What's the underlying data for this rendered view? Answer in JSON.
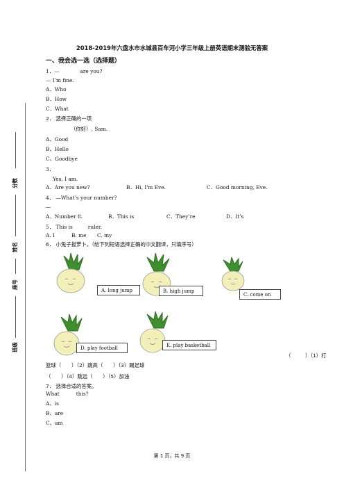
{
  "title": "2018-2019年六盘水市水城县百车河小学三年级上册英语期末测验无答案",
  "section1": "一、我会选一选（选择题）",
  "q1": {
    "stem_prefix": "1．—",
    "stem_suffix": "are you?",
    "reply": "— I’m fine.",
    "a": "A．Who",
    "b": "B．How",
    "c": "C．What"
  },
  "q2": {
    "stem": "2． 选择正确的一项",
    "line": "（你好）, Sam.",
    "a": "A、Good",
    "b": "B、Hello",
    "c": "C、Goodbye"
  },
  "q3": {
    "num": "3．",
    "line": "Yes, I am.",
    "a": "A．Are you new?",
    "b": "B．Hi, I'm Eve.",
    "c": "C．Good morning, Eve."
  },
  "q4": {
    "stem": "4． —What’s your number?",
    "dash": "—",
    "a": "A．Number 8.",
    "b": "B．This is",
    "c": "C．They’re",
    "d": "D．It’s"
  },
  "q5": {
    "stem_prefix": "5． This is",
    "stem_suffix": "ruler.",
    "a": "A. I",
    "b": "B. me",
    "c": "C. my"
  },
  "q6": {
    "stem": "6． 小兔子拔萝卜。（给下列短语选择正确的中文翻译，只填序号）",
    "choices": [
      "A. long jump",
      "B. high jump",
      "C. come on",
      "D. play football",
      "E. play basketball"
    ],
    "answer_open": "（",
    "answer_close": "）（1）打",
    "line2": "篮球（　　）（2）跳高（　　）（3）踢足球",
    "line3": "（　　）（4）跳远（　　）（5）加油"
  },
  "q7": {
    "stem": "7． 选择合适的答案。",
    "line_prefix": "What",
    "line_suffix": "this?",
    "a": "A、is",
    "b": "B、are",
    "c": "C、am"
  },
  "sidebar": {
    "score": "分数",
    "name": "姓名",
    "seat": "座号",
    "class": "班级"
  },
  "footer": "第 1 页，共 9 页",
  "colors": {
    "leaf": "#3f8f2f",
    "leaf_dark": "#2b6a20",
    "radish": "#f2f0b8",
    "radish_shade": "#d9d58c"
  }
}
